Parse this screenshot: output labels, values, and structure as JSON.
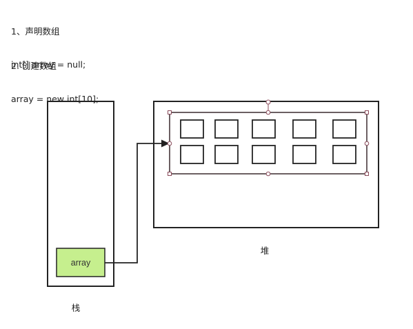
{
  "code": {
    "step1_title": "1、声明数组",
    "step1_code": "int[] array = null;",
    "step2_title": "2. 创建数组",
    "step2_code": "array = new int[10];"
  },
  "diagram": {
    "stack_label": "栈",
    "heap_label": "堆",
    "array_var_label": "array",
    "array_var_fill": "#c6ef8e",
    "stroke_color": "#222222",
    "handle_color": "#8a4a5a",
    "cells": {
      "rows": 2,
      "cols": 5,
      "count": 10
    }
  }
}
